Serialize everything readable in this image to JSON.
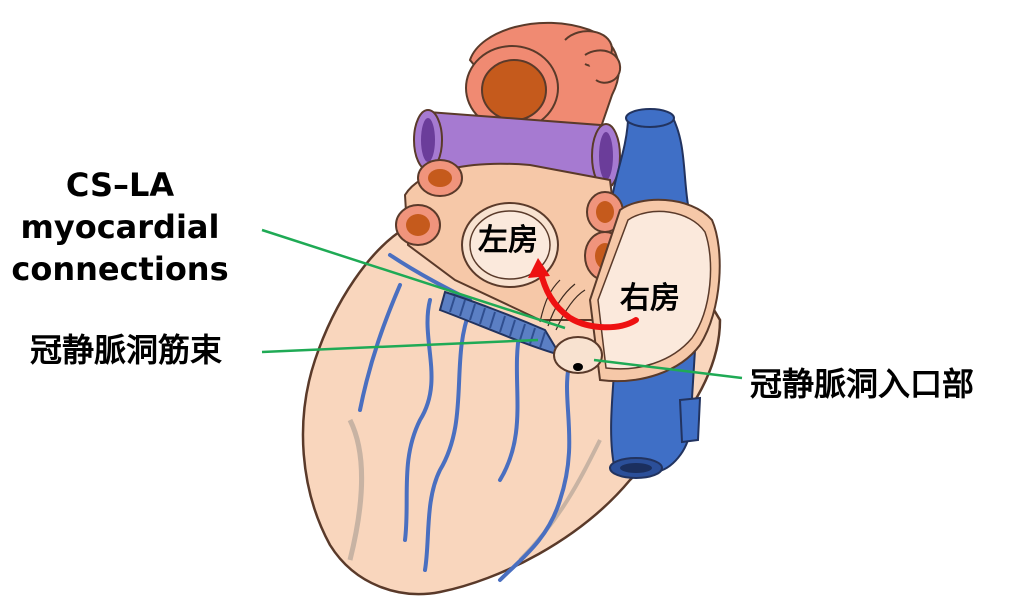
{
  "labels": {
    "cs_la_line1": "CS–LA",
    "cs_la_line2": "myocardial",
    "cs_la_line3": "connections",
    "cs_muscle_bundle": "冠静脈洞筋束",
    "cs_ostium": "冠静脈洞入口部",
    "left_atrium": "左房",
    "right_atrium": "右房"
  },
  "colors": {
    "heart_fill": "#f9d6bd",
    "heart_outline": "#5a3a2a",
    "aorta": "#f08a72",
    "aorta_lumen": "#c55a1c",
    "pulmonary_artery": "#a67ad1",
    "vena_cava": "#3f6fc6",
    "coronary_vessel": "#4a6fc0",
    "atrium_fill": "#f8e2d0",
    "pulmonary_vein": "#f0947c",
    "leader_line": "#1faa55",
    "arrow": "#ee1111"
  }
}
